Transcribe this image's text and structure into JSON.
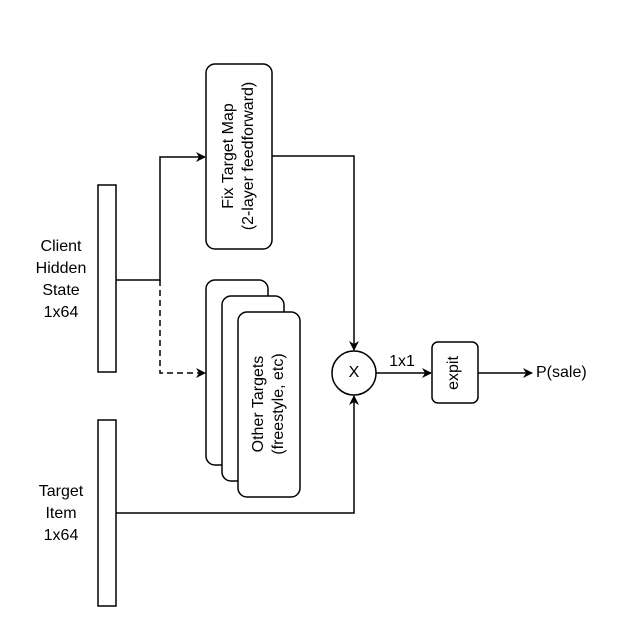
{
  "diagram": {
    "nodes": {
      "client_hidden_state": {
        "line1": "Client",
        "line2": "Hidden",
        "line3": "State",
        "line4": "1x64"
      },
      "target_item": {
        "line1": "Target",
        "line2": "Item",
        "line3": "1x64"
      },
      "fix_target_map": {
        "line1": "Fix  Target Map",
        "line2": "(2-layer feedforward)"
      },
      "other_targets": {
        "line1": "Other Targets",
        "line2": "(freestyle, etc)"
      },
      "multiply": {
        "label": "X"
      },
      "expit": {
        "label": "expit"
      },
      "output": {
        "label": "P(sale)"
      }
    },
    "edges": {
      "multiply_to_expit": {
        "label": "1x1"
      }
    },
    "colors": {
      "stroke": "#000000",
      "fill": "#ffffff"
    }
  }
}
